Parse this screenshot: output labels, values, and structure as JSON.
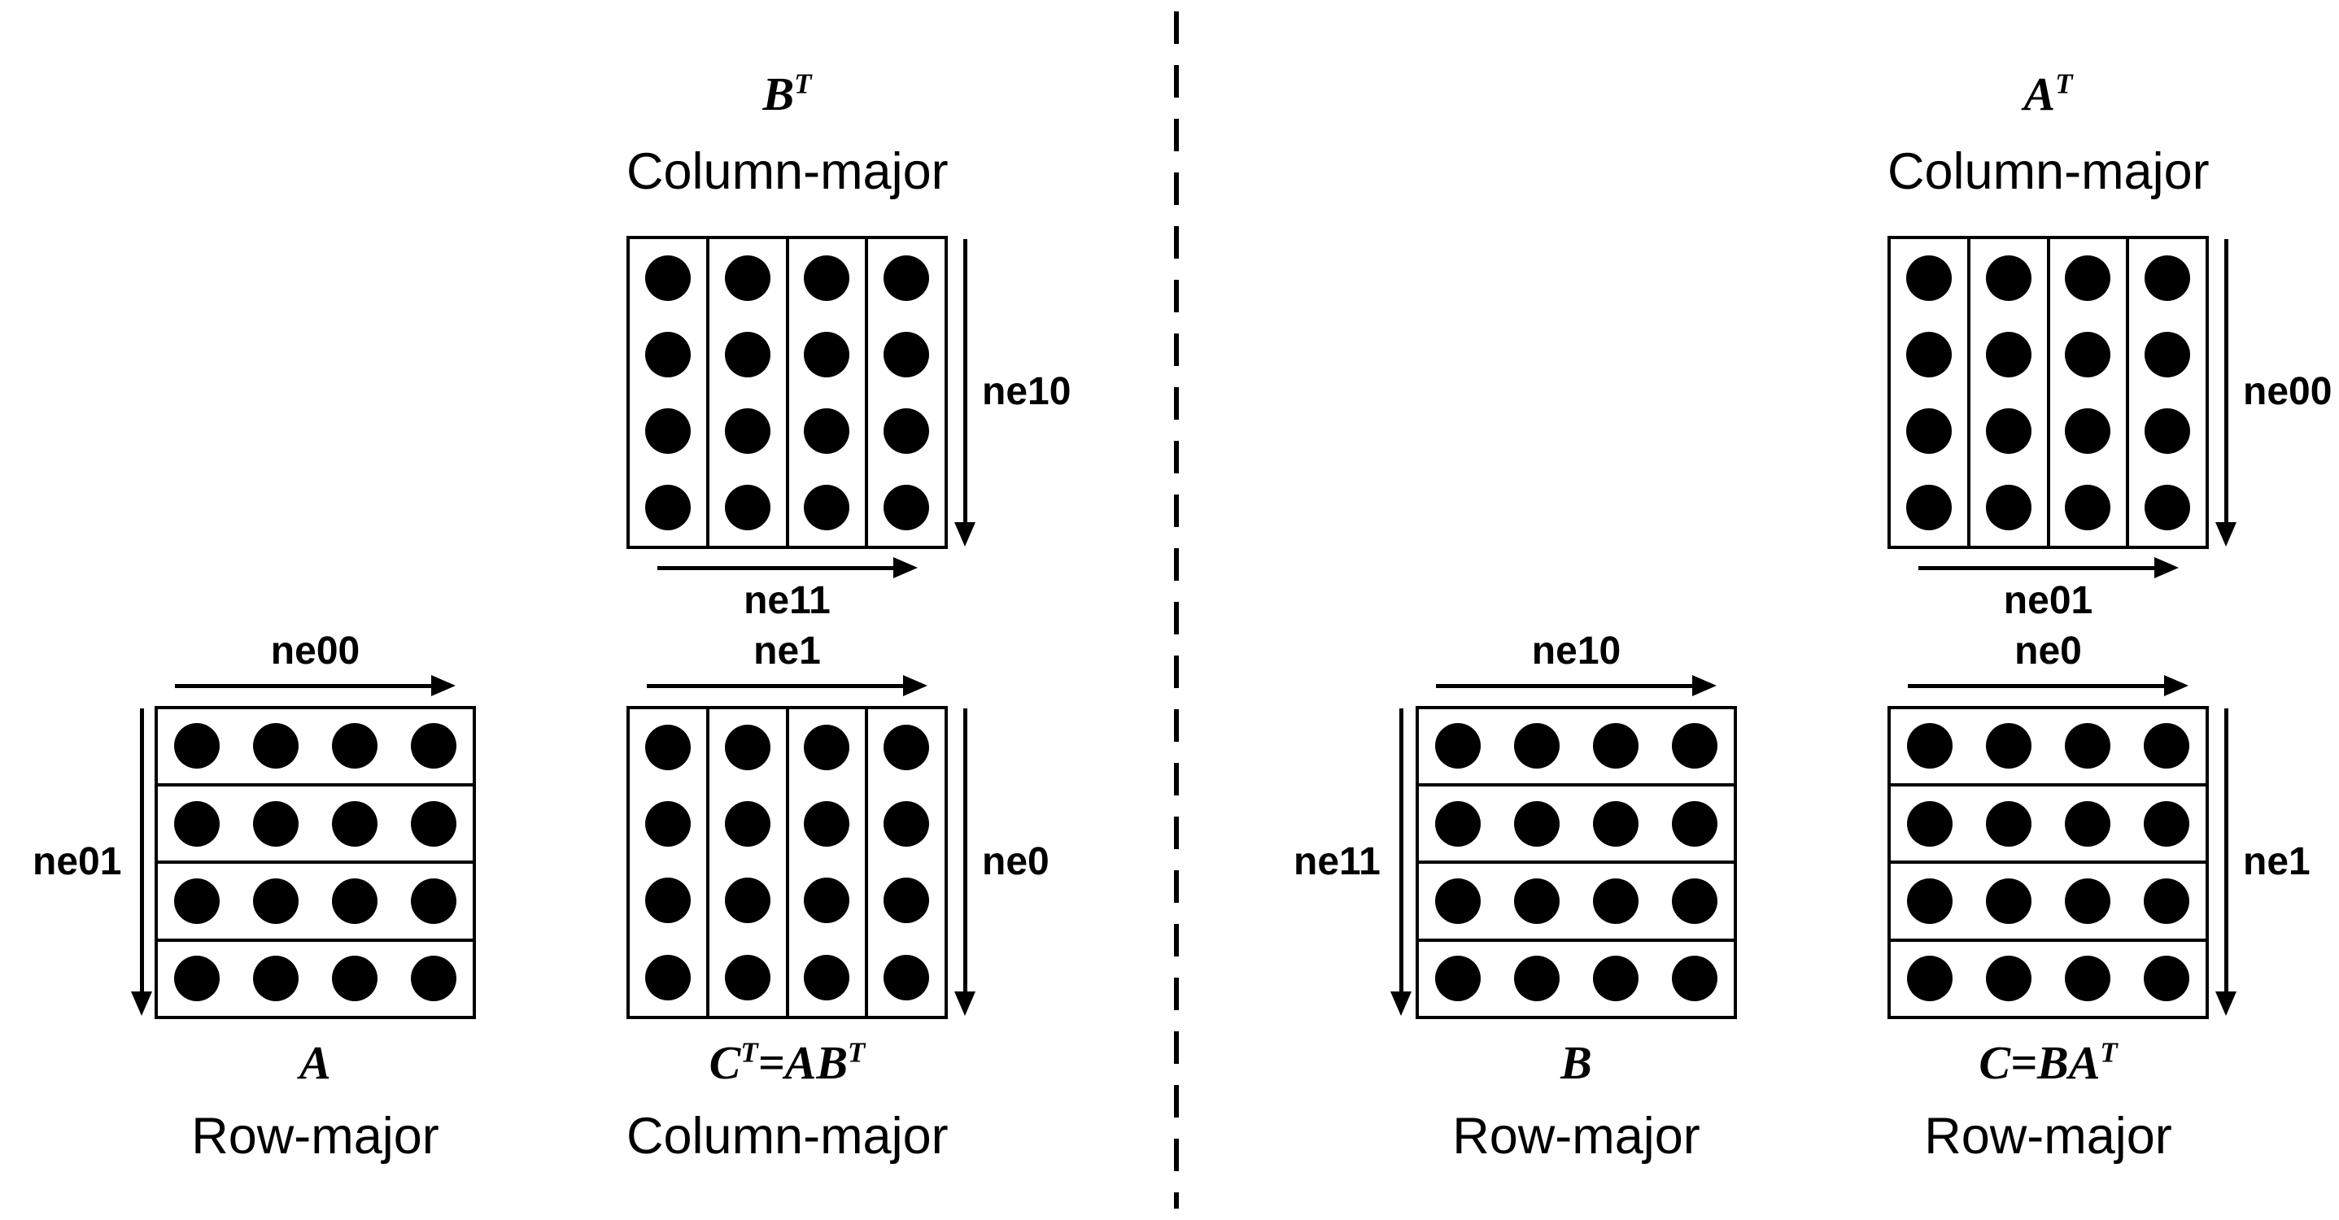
{
  "colors": {
    "ink": "#000000",
    "background": "#ffffff"
  },
  "panels": {
    "left": {
      "top_matrix": {
        "name": [
          {
            "t": "B"
          },
          {
            "t": "T",
            "sup": true
          }
        ],
        "layout": "Column-major",
        "orientation": "col",
        "rows": 4,
        "cols": 4,
        "right_label": "ne10",
        "bottom_label": "ne11"
      },
      "bottom_left_matrix": {
        "name": [
          {
            "t": "A"
          }
        ],
        "layout": "Row-major",
        "orientation": "row",
        "rows": 4,
        "cols": 4,
        "top_label": "ne00",
        "left_label": "ne01"
      },
      "bottom_right_matrix": {
        "name": [
          {
            "t": "C"
          },
          {
            "t": "T",
            "sup": true
          },
          {
            "t": "=AB"
          },
          {
            "t": "T",
            "sup": true
          }
        ],
        "layout": "Column-major",
        "orientation": "col",
        "rows": 4,
        "cols": 4,
        "top_label": "ne1",
        "right_label": "ne0"
      }
    },
    "right": {
      "top_matrix": {
        "name": [
          {
            "t": "A"
          },
          {
            "t": "T",
            "sup": true
          }
        ],
        "layout": "Column-major",
        "orientation": "col",
        "rows": 4,
        "cols": 4,
        "right_label": "ne00",
        "bottom_label": "ne01"
      },
      "bottom_left_matrix": {
        "name": [
          {
            "t": "B"
          }
        ],
        "layout": "Row-major",
        "orientation": "row",
        "rows": 4,
        "cols": 4,
        "top_label": "ne10",
        "left_label": "ne11"
      },
      "bottom_right_matrix": {
        "name": [
          {
            "t": "C=BA"
          },
          {
            "t": "T",
            "sup": true
          }
        ],
        "layout": "Row-major",
        "orientation": "row",
        "rows": 4,
        "cols": 4,
        "top_label": "ne0",
        "right_label": "ne1"
      }
    }
  }
}
